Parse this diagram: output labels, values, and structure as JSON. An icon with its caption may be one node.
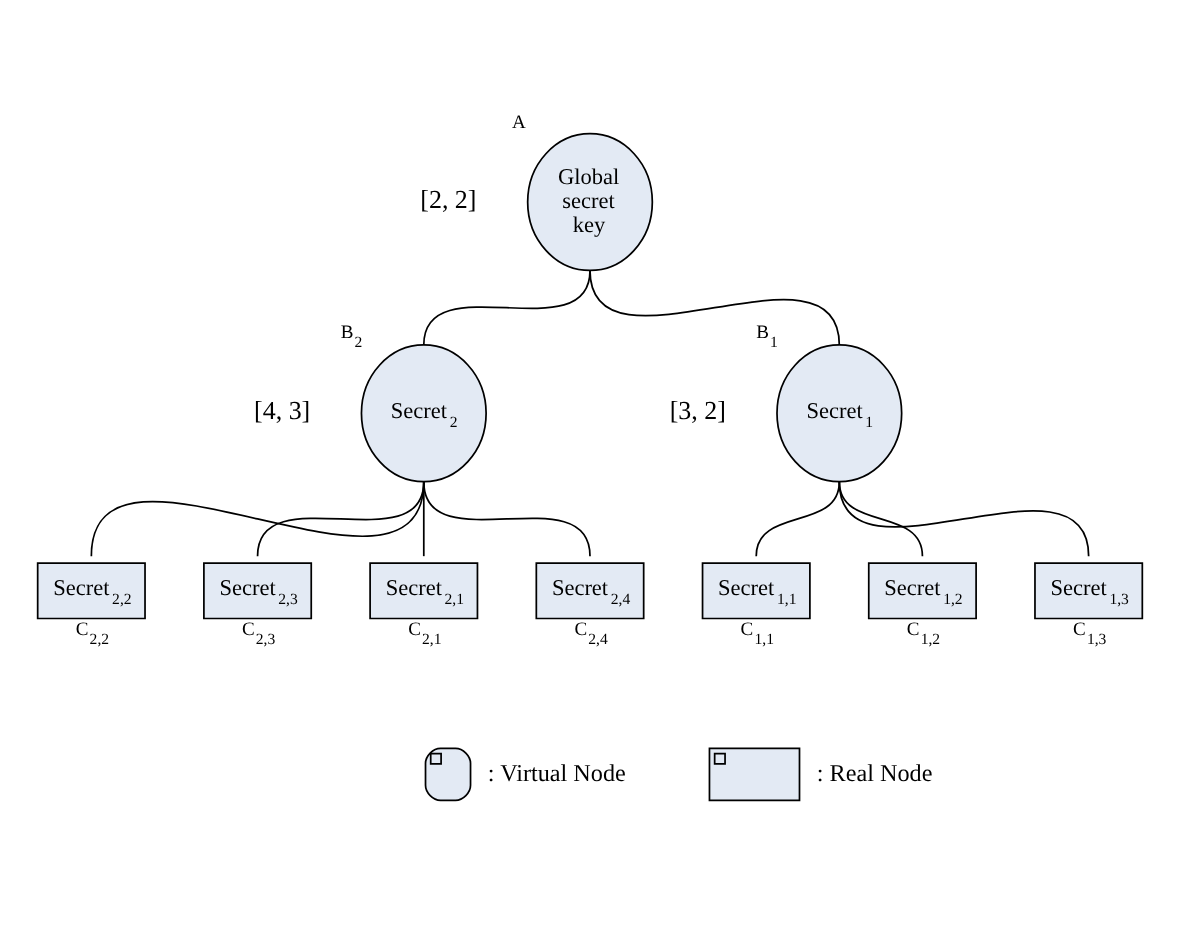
{
  "diagram": {
    "nodes": [
      {
        "text": [
          "Global secret key"
        ],
        "beside": [
          "A"
        ]
      },
      {
        "text": [
          "Secret$_{1}$"
        ],
        "beside": [
          "B$_{1}$"
        ]
      },
      {
        "text": [
          "Secret$_{2}$"
        ],
        "beside": [
          "B$_{2}$"
        ]
      },
      {
        "text": [
          "Secret$_{1,1}$"
        ],
        "beside": [
          "C$_{1,1}$"
        ]
      },
      {
        "text": [
          "Secret$_{1,2}$"
        ],
        "beside": [
          "C$_{1,2}$"
        ]
      },
      {
        "text": [
          "Secret$_{1,3}$"
        ],
        "beside": [
          "C$_{1,3}$"
        ]
      },
      {
        "text": [
          "Secret$_{2,1}$"
        ],
        "beside": [
          "C$_{2,1}$"
        ]
      },
      {
        "text": [
          "Secret$_{2,2}$"
        ],
        "beside": [
          "C$_{2,2}$"
        ]
      },
      {
        "text": [
          "Secret$_{2,3}$"
        ],
        "beside": [
          "C$_{2,3}$"
        ]
      },
      {
        "text": [
          "Secret$_{2,4}$"
        ],
        "beside": [
          "C$_{2,4}$"
        ]
      }
    ],
    "edges": [
      {
        "from": 0,
        "to": 1,
        "arrow": "none"
      },
      {
        "from": 0,
        "to": 2,
        "arrow": "none"
      },
      {
        "from": 1,
        "to": 3,
        "arrow": "none"
      },
      {
        "from": 1,
        "to": 4,
        "arrow": "none"
      },
      {
        "from": 1,
        "to": 5,
        "arrow": "none"
      },
      {
        "from": 2,
        "to": 6,
        "arrow": "none"
      },
      {
        "from": 2,
        "to": 7,
        "arrow": "none"
      },
      {
        "from": 2,
        "to": 8,
        "arrow": "none"
      },
      {
        "from": 2,
        "to": 9,
        "arrow": "none"
      }
    ],
    "labels": [
      "[2, 2]",
      "[3, 2]",
      "[4, 3]"
    ],
    "legend": [
      {
        "text": ": Virtual Node"
      },
      {
        "text": ": Real Node"
      }
    ]
  }
}
